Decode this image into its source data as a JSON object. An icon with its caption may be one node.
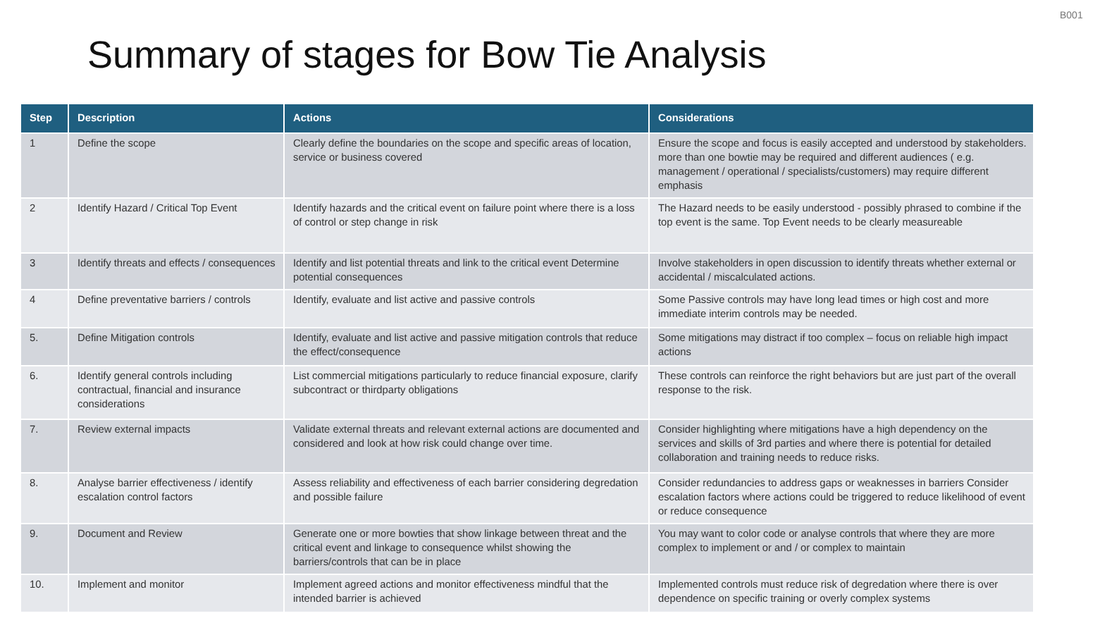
{
  "diagram": {
    "title": "Summary of stages for Bow Tie Analysis",
    "labels": [
      "B001",
      "Step",
      "Description",
      "Actions",
      "Considerations",
      "1",
      "Define the scope",
      "Clearly define the boundaries on the scope and specific areas of location, service or business covered",
      "Ensure the scope and focus is easily accepted and understood by stakeholders. more than one bowtie may be required and different audiences ( e.g. management / operational / specialists/customers) may require different emphasis",
      "2",
      "Identify Hazard / Critical Top Event",
      "Identify hazards and the critical event on failure point where there is a loss of control or step change in risk",
      "The Hazard needs to be easily understood - possibly phrased to combine if the top event is the same. Top Event needs to be clearly measureable",
      "3",
      "Identify threats and effects / consequences",
      "Identify and list potential threats and link to the critical event Determine potential consequences",
      "Involve stakeholders in open discussion to identify threats whether external or accidental / miscalculated actions.",
      "4",
      "Define preventative barriers / controls",
      "Identify, evaluate and list active and passive controls",
      "Some Passive controls may have long lead times or high cost and more immediate interim controls may be needed.",
      "5.",
      "Define Mitigation controls",
      "Identify, evaluate and list active and passive mitigation controls that reduce the effect/consequence",
      "Some mitigations may distract if too complex – focus on reliable high impact actions",
      "6.",
      "Identify general controls including contractual, financial and insurance considerations",
      "List commercial mitigations particularly to reduce financial exposure, clarify subcontract or thirdparty obligations",
      "These controls can reinforce the right behaviors but are just part of the overall response to the risk.",
      "7.",
      "Review external impacts",
      "Validate external threats and relevant external actions are documented and considered and look at how risk could change over time.",
      "Consider highlighting where mitigations have a high dependency on the services and skills of 3rd parties and where there is potential for detailed collaboration and training needs to reduce risks.",
      "8.",
      "Analyse barrier effectiveness / identify escalation control factors",
      "Assess reliability and effectiveness of each barrier considering degredation and possible failure",
      "Consider redundancies to address gaps or weaknesses in barriers Consider escalation factors where actions could be triggered to reduce likelihood of event or reduce consequence",
      "9.",
      "Document and Review",
      "Generate one or more bowties that show linkage between threat and the critical event and linkage to consequence whilst showing the barriers/controls that can be in place",
      "You may want to color code or analyse controls that where they are more complex to implement or and / or complex to maintain",
      "10.",
      "Implement and monitor",
      "Implement agreed actions and monitor effectiveness mindful that the intended barrier is achieved",
      "Implemented controls must reduce risk of degredation where there is over dependence on specific training or overly complex systems"
    ]
  }
}
